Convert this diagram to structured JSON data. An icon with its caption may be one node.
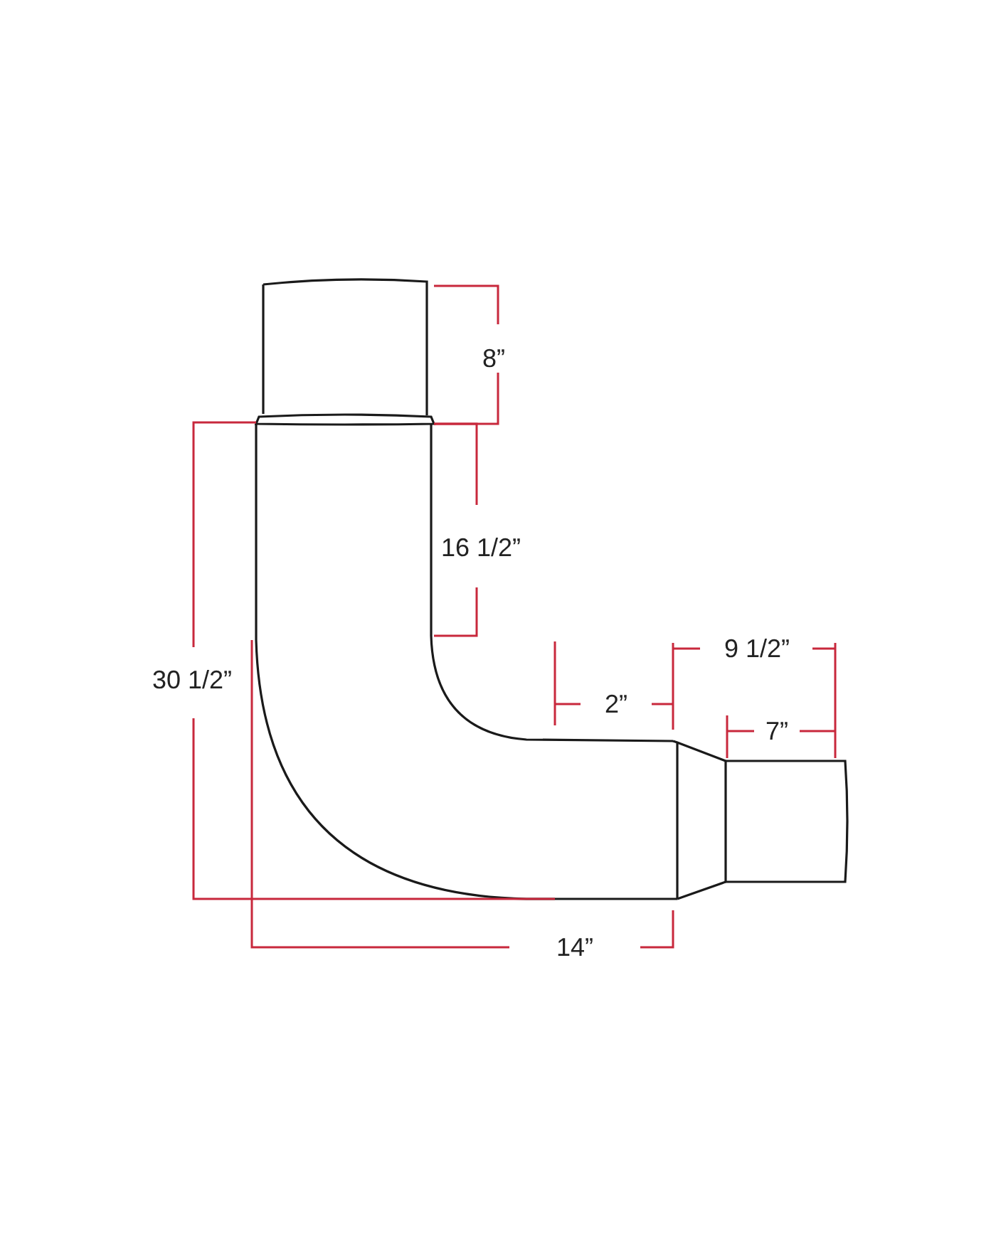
{
  "diagram": {
    "labels": [
      "8”",
      "16 1/2”",
      "9 1/2”",
      "30 1/2”",
      "2”",
      "7”",
      "14”"
    ]
  }
}
